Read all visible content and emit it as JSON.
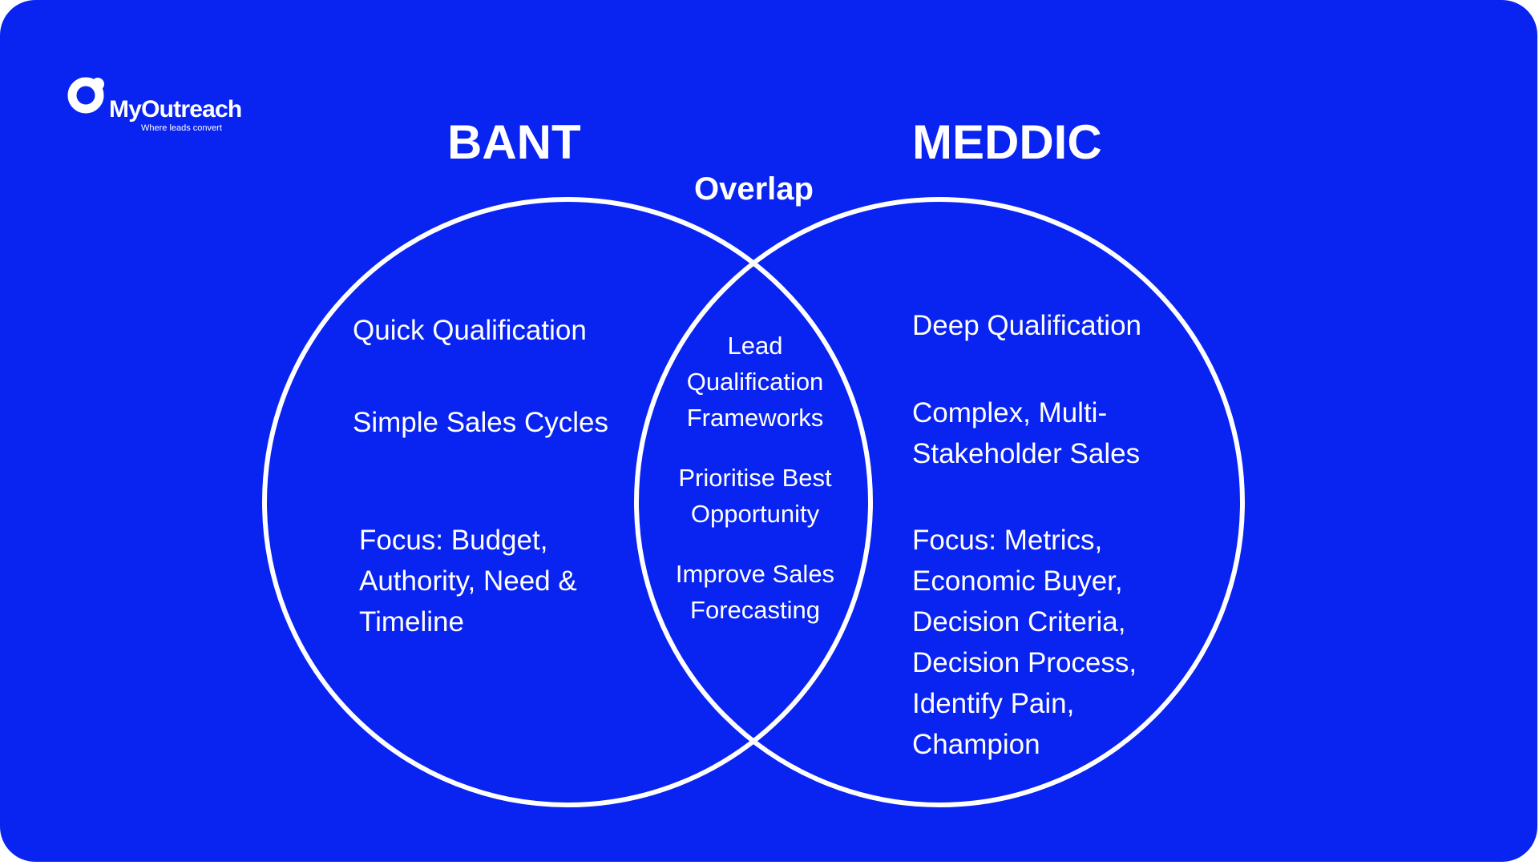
{
  "brand": {
    "name": "MyOutreach",
    "tagline": "Where leads convert",
    "background_color": "#0923F0",
    "text_color": "#FFFFFF"
  },
  "diagram": {
    "left_title": "BANT",
    "right_title": "MEDDIC",
    "overlap_title": "Overlap",
    "left_items": [
      "Quick Qualification",
      "Simple Sales Cycles",
      [
        "Focus: Budget,",
        "Authority, Need &",
        "Timeline"
      ]
    ],
    "overlap_items": [
      [
        "Lead",
        "Qualification",
        "Frameworks"
      ],
      [
        "Prioritise Best",
        "Opportunity"
      ],
      [
        "Improve Sales",
        "Forecasting"
      ]
    ],
    "right_items": [
      "Deep Qualification",
      [
        "Complex, Multi-",
        "Stakeholder Sales"
      ],
      [
        "Focus: Metrics,",
        "Economic Buyer,",
        "Decision Criteria,",
        "Decision Process,",
        "Identify Pain,",
        "Champion"
      ]
    ]
  }
}
